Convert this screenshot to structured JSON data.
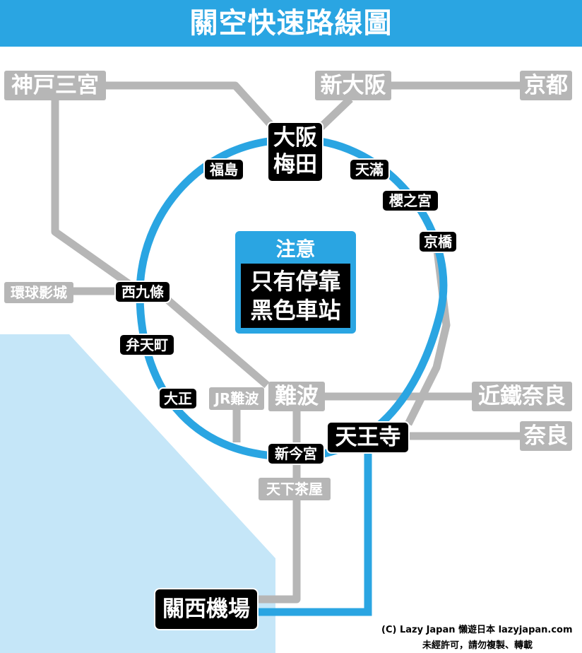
{
  "header": {
    "title": "關空快速路線圖"
  },
  "notice": {
    "title": "注意",
    "line1": "只有停靠",
    "line2": "黑色車站"
  },
  "stations": {
    "kobe_sannomiya": "神戸三宮",
    "shin_osaka": "新大阪",
    "kyoto": "京都",
    "osaka_umeda_1": "大阪",
    "osaka_umeda_2": "梅田",
    "fukushima": "福島",
    "tenma": "天滿",
    "sakuranomiya": "櫻之宮",
    "kyobashi": "京橋",
    "universal_city": "環球影城",
    "nishikujo": "西九條",
    "bentencho": "弁天町",
    "taisho": "大正",
    "jr_namba": "JR難波",
    "namba": "難波",
    "kintetsu_nara": "近鐵奈良",
    "tennoji": "天王寺",
    "nara": "奈良",
    "shin_imamiya": "新今宮",
    "tengachaya": "天下茶屋",
    "kansai_airport": "關西機場"
  },
  "credit": {
    "line1": "(C) Lazy Japan 懶遊日本 lazyjapan.com",
    "line2": "未經許可，請勿複製、轉載"
  },
  "colors": {
    "loop_line": "#2aa5e2",
    "other_lines": "#b6b6b6",
    "sea": "#c5e6f8",
    "stop_station": "#000000"
  }
}
